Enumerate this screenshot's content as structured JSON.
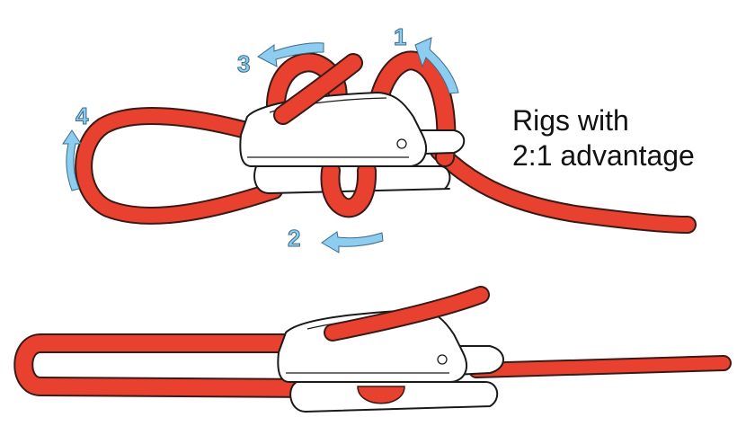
{
  "caption": {
    "line1": "Rigs with",
    "line2": "2:1 advantage"
  },
  "steps": {
    "one": "1",
    "two": "2",
    "three": "3",
    "four": "4"
  },
  "colors": {
    "rope": "#e8412f",
    "arrow": "#8dcdf0",
    "outline": "#1a1a1a"
  }
}
